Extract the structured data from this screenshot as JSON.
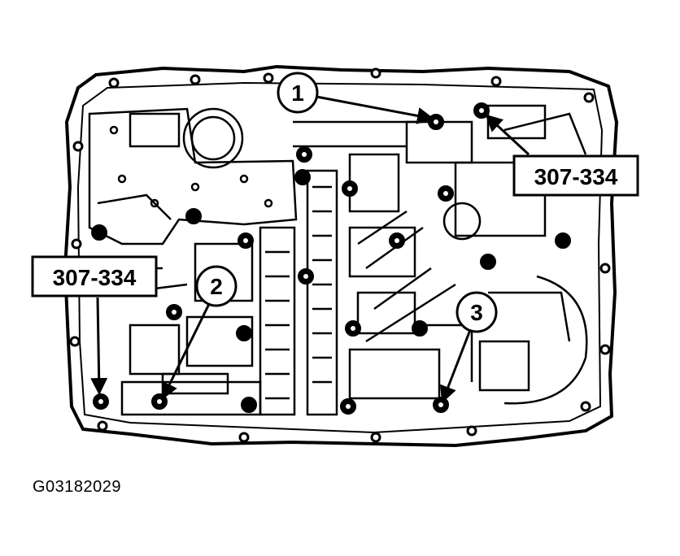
{
  "callouts": {
    "num_1": "1",
    "num_2": "2",
    "num_3": "3",
    "tool_right": "307-334",
    "tool_left": "307-334"
  },
  "caption": "G03182029"
}
